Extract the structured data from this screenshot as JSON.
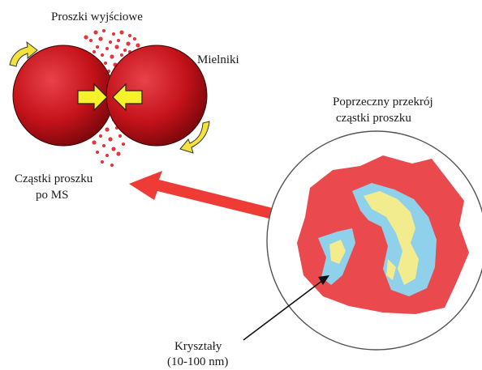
{
  "labels": {
    "input_powders": "Proszki wyjściowe",
    "mills": "Mielniki",
    "cross_section_line1": "Poprzeczny przekrój",
    "cross_section_line2": "cząstki proszku",
    "particles_line1": "Cząstki proszku",
    "particles_line2": "po MS",
    "crystals_line1": "Kryształy",
    "crystals_line2": "(10-100 nm)"
  },
  "colors": {
    "ball": "#c4121a",
    "particle": "#e0383d",
    "compression_arrow": "#f6f22a",
    "rotation_arrow": "#f2e23a",
    "big_arrow": "#ee3b36",
    "matrix": "#ea4a4e",
    "crystal_blue": "#8fd0ea",
    "crystal_yellow": "#f2ec8e"
  },
  "icons": {
    "rotation": "curved-arrow-icon",
    "compression": "inward-arrows-icon"
  }
}
